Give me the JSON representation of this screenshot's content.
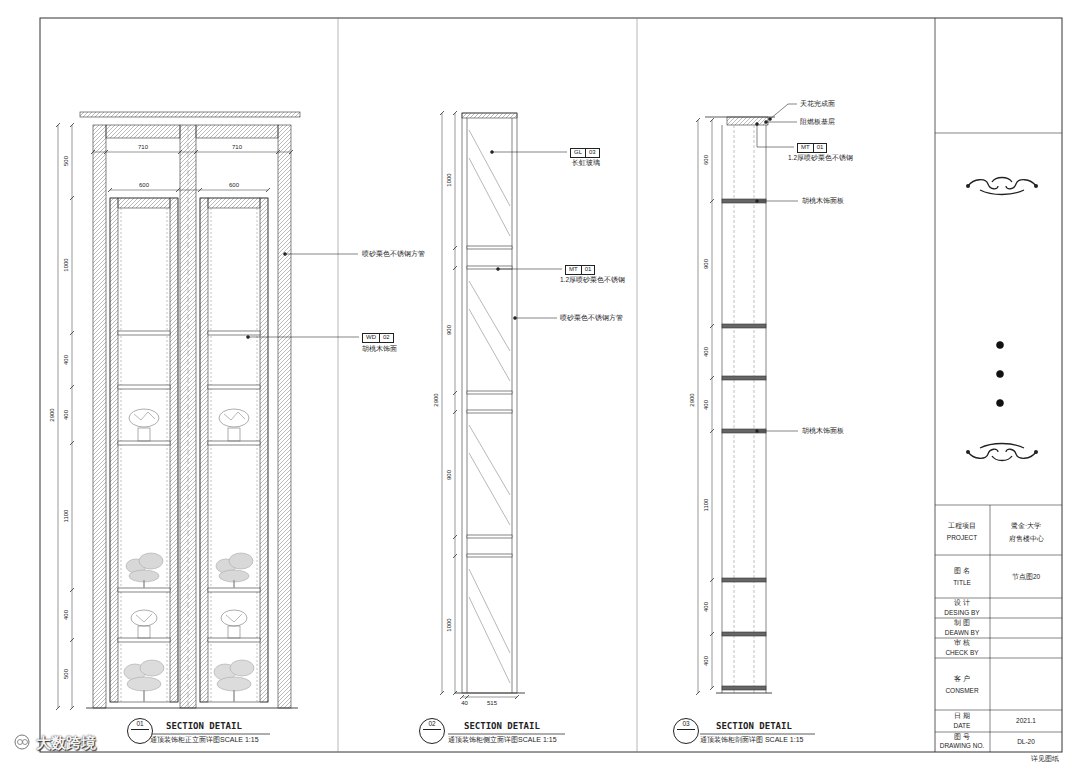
{
  "diagram": {
    "nodes": [
      {
        "text": [
          "WD",
          "02"
        ]
      },
      {
        "text": [
          "01"
        ]
      },
      {
        "text": [
          "GL",
          "03"
        ]
      },
      {
        "text": [
          "MT",
          "01"
        ]
      },
      {
        "text": [
          "02"
        ]
      },
      {
        "text": [
          "MT",
          "01"
        ]
      },
      {
        "text": [
          "03"
        ]
      }
    ],
    "labels": [
      "喷砂栗色不锈钢方管",
      "胡桃木饰面",
      "710",
      "710",
      "600",
      "600",
      "2900",
      "500",
      "1000",
      "400",
      "400",
      "1100",
      "400",
      "500",
      "SECTION DETAIL",
      "通顶装饰柜正立面详图SCALE 1:15",
      "长虹玻璃",
      "1.2厚喷砂栗色不锈钢",
      "喷砂栗色不锈钢方管",
      "1000",
      "900",
      "900",
      "1000",
      "2900",
      "40",
      "515",
      "SECTION DETAIL",
      "通顶装饰柜侧立面详图SCALE 1:15",
      "天花完成面",
      "阻燃板基层",
      "1.2厚喷砂栗色不锈钢",
      "胡桃木饰面板",
      "胡桃木饰面板",
      "600",
      "900",
      "400",
      "400",
      "1100",
      "400",
      "400",
      "2900",
      "SECTION DETAIL",
      "通顶装饰柜剖面详图 SCALE 1:15",
      "工程项目",
      "PROJECT",
      "鹭金·大学",
      "府售楼中心",
      "图 名",
      "TITLE",
      "节点图20",
      "设 计",
      "DESING BY",
      "制 图",
      "DEAWN BY",
      "审 核",
      "CHECK BY",
      "客 户",
      "CONSMER",
      "日 期",
      "DATE",
      "2021.1",
      "图 号",
      "DRAWING NO.",
      "DL-20",
      "详见图纸",
      "大数跨境"
    ]
  }
}
